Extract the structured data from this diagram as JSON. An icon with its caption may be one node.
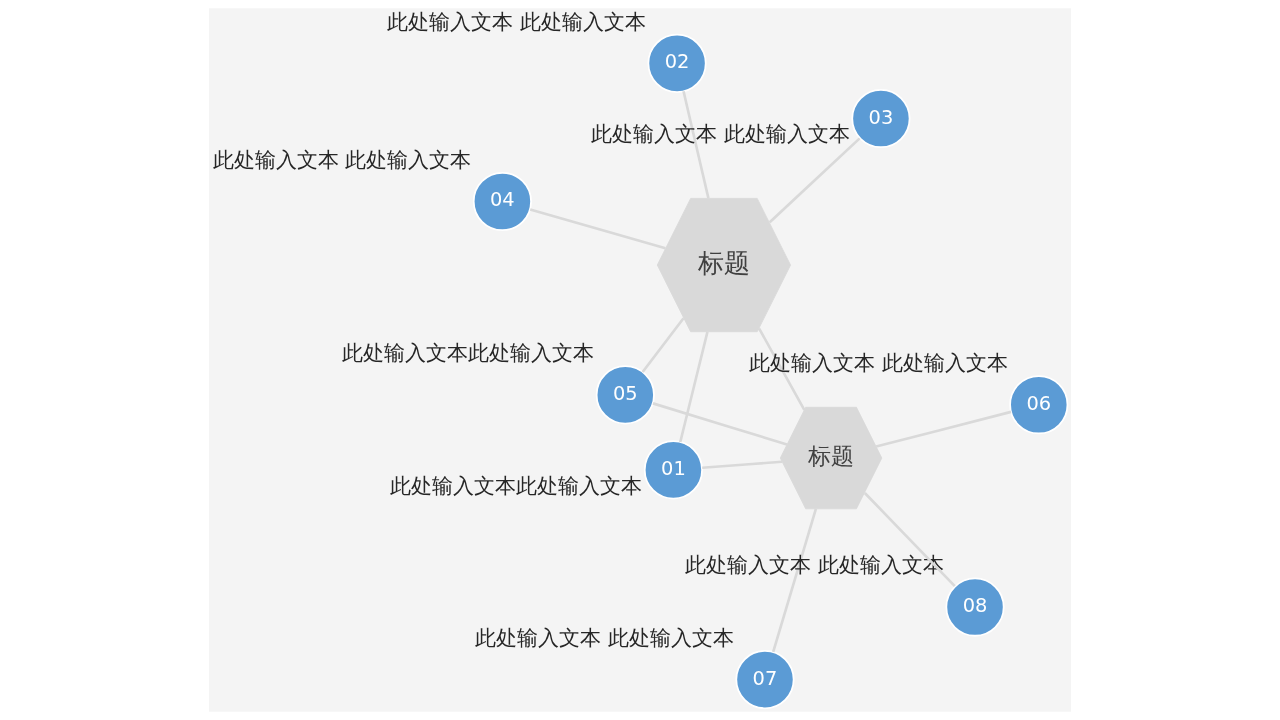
{
  "diagram": {
    "nodes": [
      {
        "text": [
          "标题"
        ]
      },
      {
        "text": [
          "标题"
        ]
      },
      {
        "text": [
          "01"
        ],
        "beside": [
          "此处输入文本此处输入文本"
        ]
      },
      {
        "text": [
          "02"
        ],
        "beside": [
          "此处输入文本 此处输入文本"
        ]
      },
      {
        "text": [
          "03"
        ],
        "beside": [
          "此处输入文本 此处输入文本"
        ]
      },
      {
        "text": [
          "04"
        ],
        "beside": [
          "此处输入文本 此处输入文本"
        ]
      },
      {
        "text": [
          "05"
        ],
        "beside": [
          "此处输入文本此处输入文本"
        ]
      },
      {
        "text": [
          "06"
        ],
        "beside": [
          "此处输入文本 此处输入文本"
        ]
      },
      {
        "text": [
          "07"
        ],
        "beside": [
          "此处输入文本 此处输入文本"
        ]
      },
      {
        "text": [
          "08"
        ],
        "beside": [
          "此处输入文本 此处输入文本"
        ]
      }
    ],
    "edges": [
      {
        "from": 0,
        "to": 1,
        "arrow": "none"
      },
      {
        "from": 1,
        "to": 2,
        "arrow": "none"
      },
      {
        "from": 1,
        "to": 3,
        "arrow": "none"
      },
      {
        "from": 1,
        "to": 4,
        "arrow": "none"
      },
      {
        "from": 1,
        "to": 5,
        "arrow": "none"
      },
      {
        "from": 1,
        "to": 6,
        "arrow": "none"
      },
      {
        "from": 0,
        "to": 2,
        "arrow": "none"
      },
      {
        "from": 0,
        "to": 6,
        "arrow": "none"
      },
      {
        "from": 0,
        "to": 7,
        "arrow": "none"
      },
      {
        "from": 0,
        "to": 8,
        "arrow": "none"
      },
      {
        "from": 0,
        "to": 9,
        "arrow": "none"
      }
    ]
  }
}
